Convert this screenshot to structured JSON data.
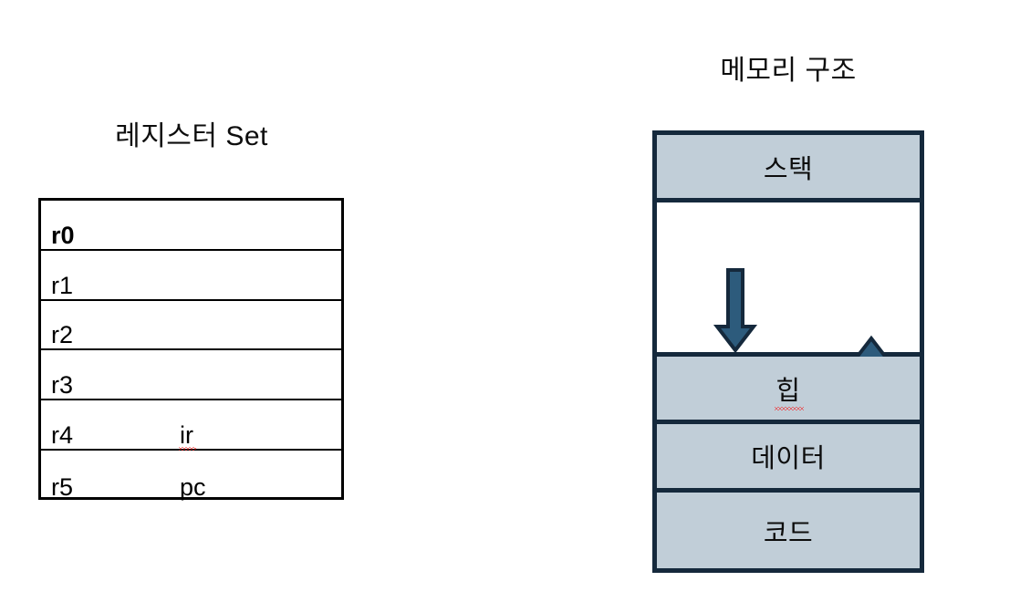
{
  "register_panel": {
    "title": "레지스터 Set",
    "rows": [
      {
        "name": "r0",
        "alias": "",
        "bold": true,
        "misspelled": false
      },
      {
        "name": "r1",
        "alias": "",
        "bold": false,
        "misspelled": false
      },
      {
        "name": "r2",
        "alias": "",
        "bold": false,
        "misspelled": false
      },
      {
        "name": "r3",
        "alias": "",
        "bold": false,
        "misspelled": false
      },
      {
        "name": "r4",
        "alias": "ir",
        "bold": false,
        "misspelled": true
      },
      {
        "name": "r5",
        "alias": "pc",
        "bold": false,
        "misspelled": false
      }
    ]
  },
  "memory_panel": {
    "title": "메모리 구조",
    "blocks": [
      {
        "label": "스택",
        "filled": true,
        "misspelled": false
      },
      {
        "label": "",
        "filled": false,
        "misspelled": false
      },
      {
        "label": "힙",
        "filled": true,
        "misspelled": true
      },
      {
        "label": "데이터",
        "filled": true,
        "misspelled": false
      },
      {
        "label": "코드",
        "filled": true,
        "misspelled": false
      }
    ],
    "arrows": [
      {
        "name": "stack-growth-arrow",
        "direction": "down"
      },
      {
        "name": "heap-growth-arrow",
        "direction": "up"
      }
    ]
  },
  "colors": {
    "block_fill": "#c1ced8",
    "block_border": "#15293c",
    "arrow_fill": "#2d5b7c",
    "arrow_stroke": "#15293c",
    "table_border": "#000000",
    "text": "#0d0d0d",
    "spellcheck": "#ff0000"
  }
}
